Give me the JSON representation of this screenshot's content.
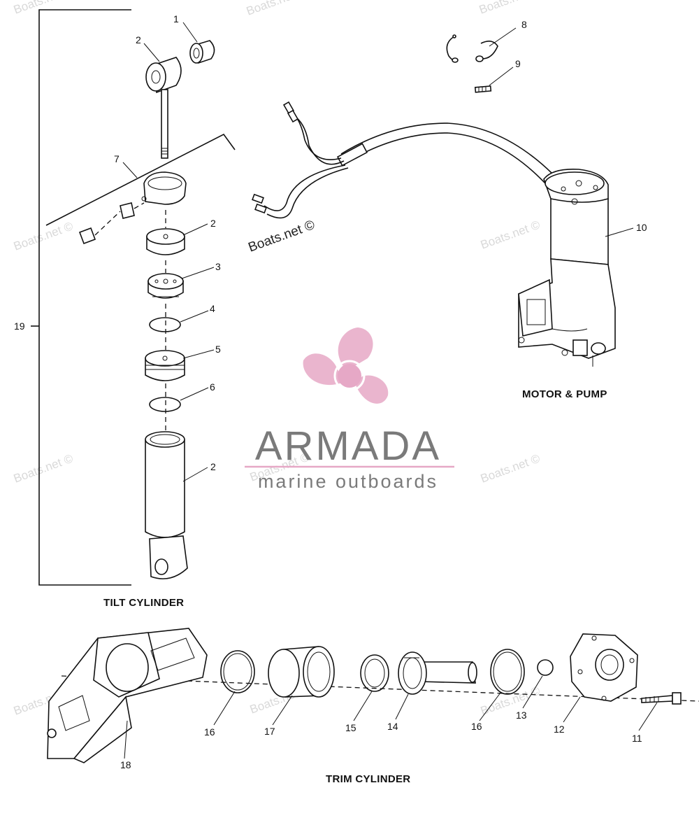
{
  "callouts": {
    "c1": "1",
    "c2a": "2",
    "c2b": "2",
    "c2c": "2",
    "c3": "3",
    "c4": "4",
    "c5": "5",
    "c6": "6",
    "c7": "7",
    "c8": "8",
    "c9": "9",
    "c10": "10",
    "c11": "11",
    "c12": "12",
    "c13": "13",
    "c14": "14",
    "c15": "15",
    "c16a": "16",
    "c16b": "16",
    "c17": "17",
    "c18": "18",
    "c19": "19"
  },
  "sections": {
    "tilt": "TILT CYLINDER",
    "motor": "MOTOR & PUMP",
    "trim": "TRIM CYLINDER"
  },
  "watermarks": {
    "site": "Boats.net ©",
    "brand_name": "ARMADA",
    "brand_tagline": "marine outboards"
  },
  "colors": {
    "brand_pink": "#e6a8c6",
    "brand_gray": "#7a7a7a",
    "ink": "#111111"
  }
}
